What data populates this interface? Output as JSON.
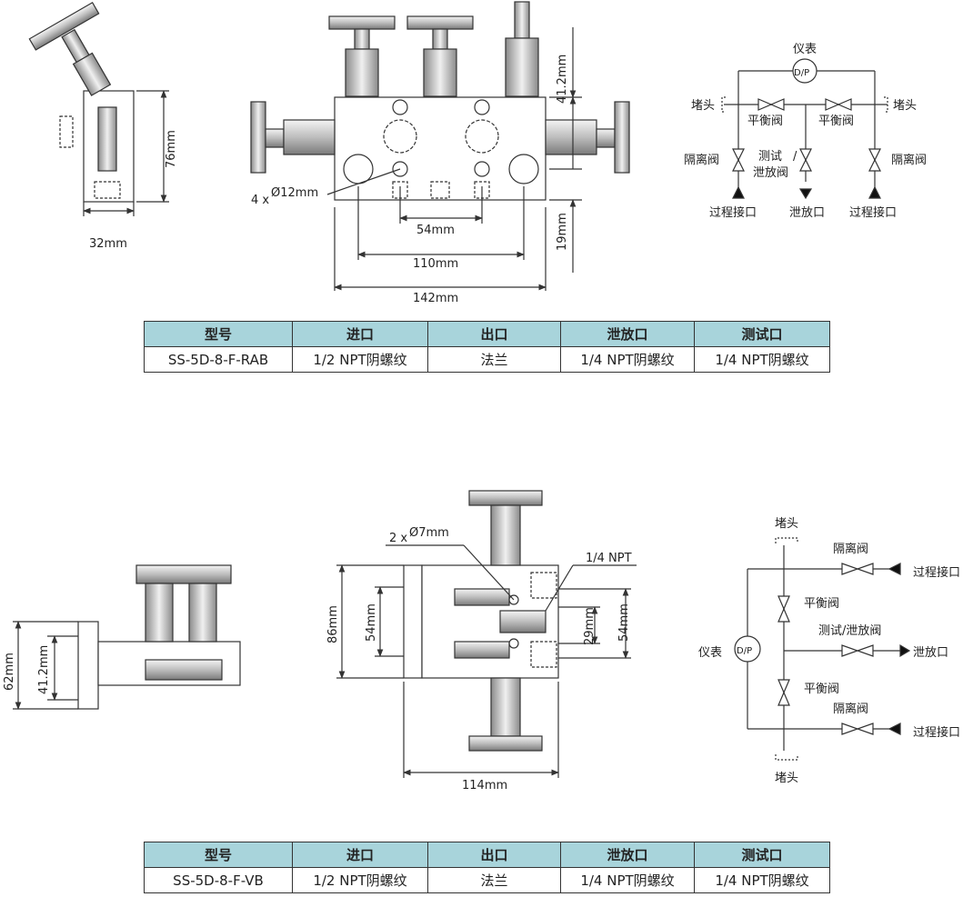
{
  "top": {
    "dims": {
      "d32": "32mm",
      "d76": "76mm",
      "d41": "41.2mm",
      "d19": "19mm",
      "holes": "4 x ",
      "hole_dia": "Ø12mm",
      "d54": "54mm",
      "d110": "110mm",
      "d142": "142mm"
    },
    "schematic": {
      "meter": "仪表",
      "dp": "D/P",
      "plug_left": "堵头",
      "plug_right": "堵头",
      "balance_left": "平衡阀",
      "balance_right": "平衡阀",
      "iso_left": "隔离阀",
      "iso_right": "隔离阀",
      "test_1": "测试",
      "test_2": "泄放阀",
      "slash": "/",
      "process_left": "过程接口",
      "vent": "泄放口",
      "process_right": "过程接口"
    },
    "table": {
      "headers": [
        "型号",
        "进口",
        "出口",
        "泄放口",
        "测试口"
      ],
      "row": [
        "SS-5D-8-F-RAB",
        "1/2 NPT阴螺纹",
        "法兰",
        "1/4 NPT阴螺纹",
        "1/4 NPT阴螺纹"
      ]
    }
  },
  "bottom": {
    "dims": {
      "d62": "62mm",
      "d41": "41.2mm",
      "holes": "2 x ",
      "hole_dia": "Ø7mm",
      "npt": "1/4 NPT",
      "d86": "86mm",
      "d54a": "54mm",
      "d29": "29mm",
      "d54b": "54mm",
      "d114": "114mm"
    },
    "schematic": {
      "plug_top": "堵头",
      "iso_top": "隔离阀",
      "process_top": "过程接口",
      "balance_top": "平衡阀",
      "test_vent": "测试/泄放阀",
      "vent": "泄放口",
      "meter": "仪表",
      "dp": "D/P",
      "balance_bottom": "平衡阀",
      "iso_bottom": "隔离阀",
      "process_bottom": "过程接口",
      "plug_bottom": "堵头"
    },
    "table": {
      "headers": [
        "型号",
        "进口",
        "出口",
        "泄放口",
        "测试口"
      ],
      "row": [
        "SS-5D-8-F-VB",
        "1/2 NPT阴螺纹",
        "法兰",
        "1/4 NPT阴螺纹",
        "1/4 NPT阴螺纹"
      ]
    }
  },
  "colors": {
    "header_bg": "#a8d4db",
    "line": "#333333"
  }
}
